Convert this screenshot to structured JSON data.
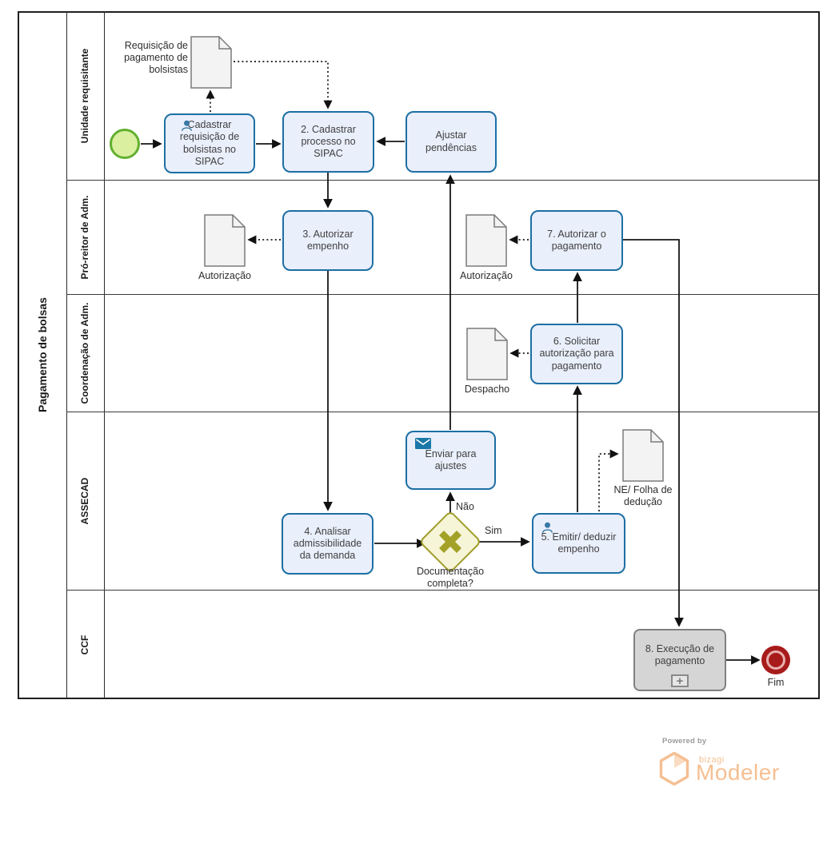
{
  "pool": {
    "title": "Pagamento de bolsas"
  },
  "lanes": [
    {
      "label": "Unidade requisitante"
    },
    {
      "label": "Pró-reitor de Adm."
    },
    {
      "label": "Coordenação de Adm."
    },
    {
      "label": "ASSECAD"
    },
    {
      "label": "CCF"
    }
  ],
  "nodes": {
    "task1": {
      "label": "Cadastrar requisição de bolsistas no SIPAC",
      "icon": "user-icon"
    },
    "task2": {
      "label": "2. Cadastrar processo no SIPAC"
    },
    "task_ajustar": {
      "label": "Ajustar pendências"
    },
    "task3": {
      "label": "3. Autorizar empenho"
    },
    "task4": {
      "label": "4. Analisar admissibilidade da demanda"
    },
    "task5": {
      "label": "5. Emitir/ deduzir empenho",
      "icon": "user-icon"
    },
    "task6": {
      "label": "6. Solicitar autorização para pagamento"
    },
    "task7": {
      "label": "7. Autorizar o pagamento"
    },
    "task8": {
      "label": "8. Execução de pagamento",
      "marker": "+"
    },
    "task_enviar": {
      "label": "Enviar para ajustes",
      "icon": "message-icon"
    },
    "gateway": {
      "label": "Documentação completa?"
    },
    "end_event": {
      "label": "Fim"
    }
  },
  "edge_labels": {
    "yes": "Sim",
    "no": "Não"
  },
  "documents": {
    "requisicao": {
      "label": "Requisição de pagamento de bolsistas"
    },
    "autorizacao1": {
      "label": "Autorização"
    },
    "autorizacao2": {
      "label": "Autorização"
    },
    "despacho": {
      "label": "Despacho"
    },
    "ne_folha": {
      "label": "NE/ Folha de dedução"
    }
  },
  "footer": {
    "powered_by": "Powered by",
    "brand": "bizagi",
    "product": "Modeler"
  },
  "colors": {
    "task_fill": "#e9effb",
    "task_border": "#1d6fa4",
    "start_fill": "#daefa0",
    "start_border": "#61af2e",
    "end_color": "#a81b1b",
    "gateway_fill": "#f7f5d8",
    "gateway_border": "#a09e2c",
    "subprocess_fill": "#d5d5d5",
    "subprocess_border": "#808080",
    "document_fill": "#f3f3f3",
    "document_border": "#7a7a7a",
    "logo_orange": "#f6bf92"
  }
}
